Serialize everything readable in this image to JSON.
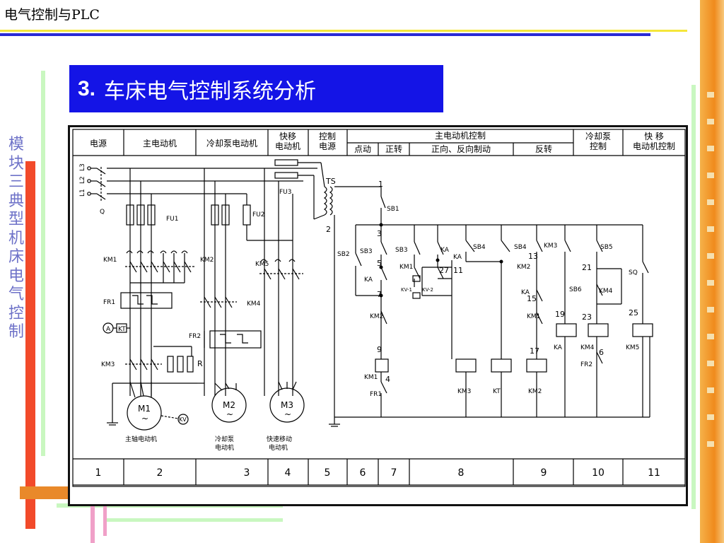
{
  "header": {
    "title": "电气控制与PLC"
  },
  "side_label": "模块三 典型机床电气控制",
  "banner": {
    "number": "3.",
    "title": "车床电气控制系统分析"
  },
  "diagram": {
    "header_cells": {
      "power": "电源",
      "main_motor": "主电动机",
      "coolant_motor": "冷却泵电动机",
      "rapid_motor": "快移\n电动机",
      "control_power": "控制\n电源",
      "main_motor_control": "主电动机控制",
      "inching": "点动",
      "forward": "正转",
      "braking": "正向、反向制动",
      "reverse": "反转",
      "coolant_control": "冷却泵\n控制",
      "rapid_control": "快 移\n电动机控制"
    },
    "footer_cells": [
      "1",
      "2",
      "3",
      "4",
      "5",
      "6",
      "7",
      "8",
      "9",
      "10",
      "11"
    ],
    "labels": {
      "l3": "L3",
      "l2": "L2",
      "l1": "L1",
      "q": "Q",
      "fu1": "FU1",
      "fu2": "FU2",
      "fu3": "FU3",
      "ts": "TS",
      "km1_main": "KM1",
      "km2_main": "KM2",
      "km5_main": "KM5",
      "km4_main": "KM4",
      "fr1": "FR1",
      "kt": "KT",
      "a": "A",
      "fr2": "FR2",
      "km3_main": "KM3",
      "r": "R",
      "m1": "M1",
      "m2": "M2",
      "m3": "M3",
      "tilde": "~",
      "kv": "KV",
      "m1_name": "主轴电动机",
      "m2_name_1": "冷却泵",
      "m2_name_2": "电动机",
      "m3_name_1": "快速移动",
      "m3_name_2": "电动机",
      "n1": "1",
      "n2": "2",
      "n3": "3",
      "n5": "5",
      "n7": "7",
      "n9": "9",
      "n4": "4",
      "n11": "11",
      "n13": "13",
      "n15": "15",
      "n17": "17",
      "n19": "19",
      "n21": "21",
      "n23": "23",
      "n25": "25",
      "n27": "27",
      "n6": "6",
      "sb1": "SB1",
      "sb2": "SB2",
      "sb3": "SB3",
      "sb3b": "SB3",
      "sb4": "SB4",
      "sb4b": "SB4",
      "sb5": "SB5",
      "sb6": "SB6",
      "sq": "SQ",
      "ka": "KA",
      "ka2": "KA",
      "ka3": "KA",
      "ka4": "KA",
      "ka_coil": "KA",
      "km1_c": "KM1",
      "km1_c2": "KM1",
      "km1_c3": "KM1",
      "km2_c": "KM2",
      "km2_c2": "KM2",
      "km2_coil": "KM2",
      "km3_c": "KM3",
      "km3_coil": "KM3",
      "km4_c": "KM4",
      "km4_coil": "KM4",
      "km5_coil": "KM5",
      "kt_coil": "KT",
      "kv1": "KV-1",
      "kv2": "KV-2",
      "fr1_c": "FR1",
      "fr2_c": "FR2"
    }
  }
}
